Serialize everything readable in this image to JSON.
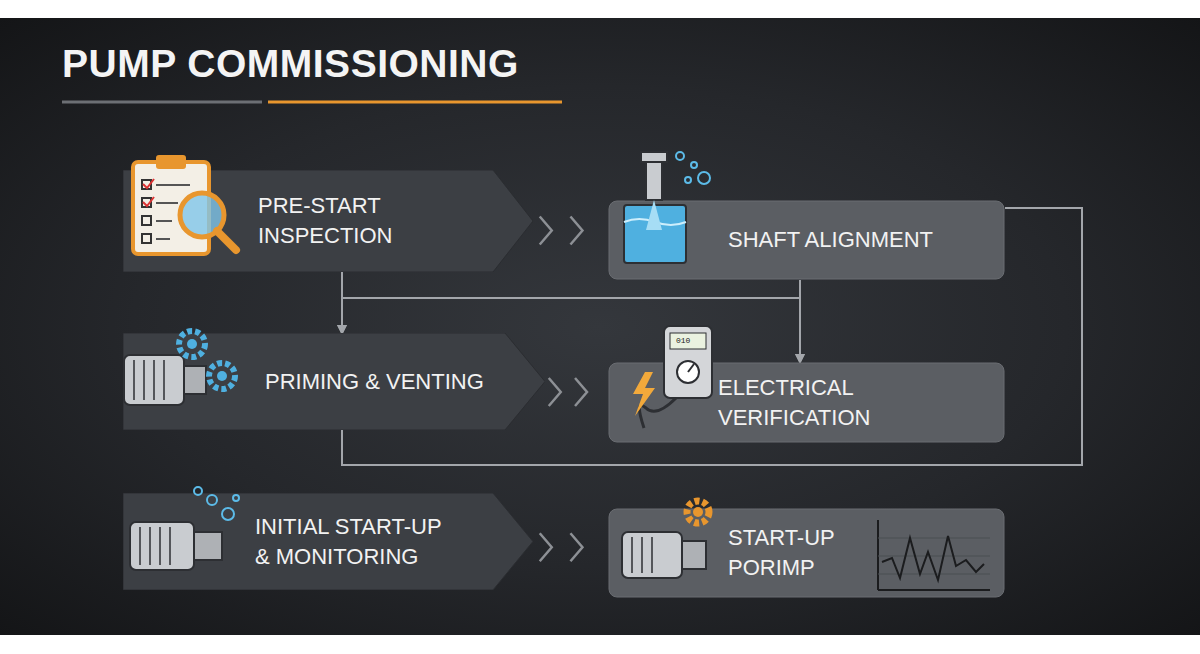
{
  "diagram": {
    "title": "PUMP COMMISSIONING",
    "nodes": [
      {
        "text": [
          "PRE-START INSPECTION"
        ]
      },
      {
        "text": [
          "SHAFT ALIGNMENT"
        ]
      },
      {
        "text": [
          "PRIMING & VENTING"
        ]
      },
      {
        "text": [
          "ELECTRICAL VERIFICATION"
        ]
      },
      {
        "text": [
          "INITIAL START-UP & MONITORING"
        ]
      },
      {
        "text": [
          "START-UP PORIMP"
        ]
      }
    ],
    "edges": [
      {
        "from": 0,
        "to": 1,
        "arrow": "to"
      },
      {
        "from": 2,
        "to": 3,
        "arrow": "to"
      },
      {
        "from": 4,
        "to": 5,
        "arrow": "to"
      },
      {
        "from": 0,
        "to": 2,
        "arrow": "to"
      },
      {
        "from": 0,
        "to": 3,
        "arrow": "to"
      },
      {
        "from": 1,
        "to": 3,
        "arrow": "to"
      },
      {
        "from": 1,
        "to": 2,
        "arrow": "to"
      },
      {
        "from": 1,
        "to": 2,
        "arrow": "none"
      }
    ],
    "labels": [
      "010"
    ]
  }
}
